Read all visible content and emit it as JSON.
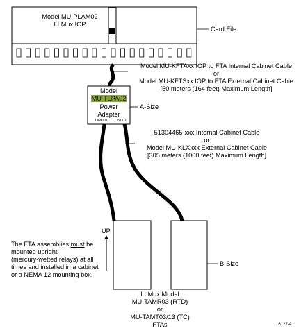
{
  "card_file": {
    "model_line1": "Model MU-PLAM02",
    "model_line2": "LLMux IOP",
    "label": "Card File"
  },
  "cable_top": {
    "line1": "Model MU-KFTAxx IOP to FTA Internal Cabinet Cable",
    "line2": "or",
    "line3": "Model MU-KFTSxx IOP to FTA External Cabinet Cable",
    "line4": "[50 meters (164 feet) Maximum Length]"
  },
  "power_adapter": {
    "line1": "Model",
    "model": "MU-TLPA02",
    "line3": "Power",
    "line4": "Adapter",
    "unit0": "UNIT 0",
    "unit1": "UNIT 1",
    "size_label": "A-Size"
  },
  "cable_bottom": {
    "line1": "51304465-xxx Internal Cabinet Cable",
    "line2": "or",
    "line3": "Model MU-KLXxxx External Cabinet Cable",
    "line4": "[305 meters (1000 feet) Maximum Length]"
  },
  "note": {
    "line1_pre": "The FTA assemblies ",
    "line1_underlined": "must",
    "line1_post": " be",
    "line2": "mounted upright",
    "line3": "(mercury-wetted relays) at all",
    "line4": "times and installed in a  cabinet",
    "line5": "or a NEMA 12 mounting box."
  },
  "up_label": "UP",
  "b_size_label": "B-Size",
  "ftas": {
    "line1": "LLMux Model",
    "line2": "MU-TAMR03 (RTD)",
    "line3": "or",
    "line4": "MU-TAMT03/13 (TC)",
    "line5": "FTAs"
  },
  "figure_id": "16127-A"
}
